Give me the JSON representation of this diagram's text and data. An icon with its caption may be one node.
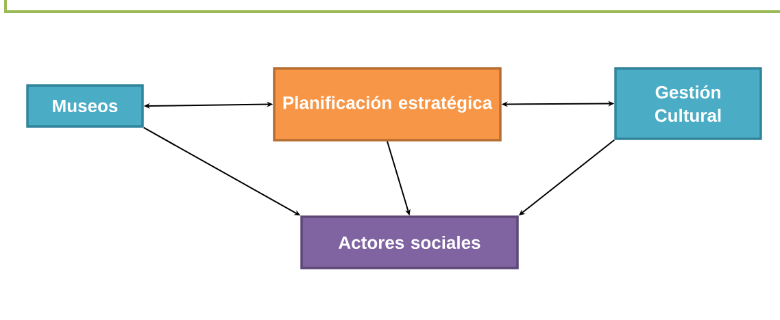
{
  "diagram": {
    "nodes": [
      {
        "text": [
          "Museos"
        ]
      },
      {
        "text": [
          "Planificación estratégica"
        ]
      },
      {
        "text": [
          "Gestión Cultural"
        ]
      },
      {
        "text": [
          "Actores sociales"
        ]
      }
    ],
    "edges": [
      {
        "from": 0,
        "to": 1,
        "arrow": "both"
      },
      {
        "from": 1,
        "to": 2,
        "arrow": "both"
      },
      {
        "from": 0,
        "to": 3,
        "arrow": "to"
      },
      {
        "from": 1,
        "to": 3,
        "arrow": "to"
      },
      {
        "from": 2,
        "to": 3,
        "arrow": "to"
      }
    ]
  }
}
